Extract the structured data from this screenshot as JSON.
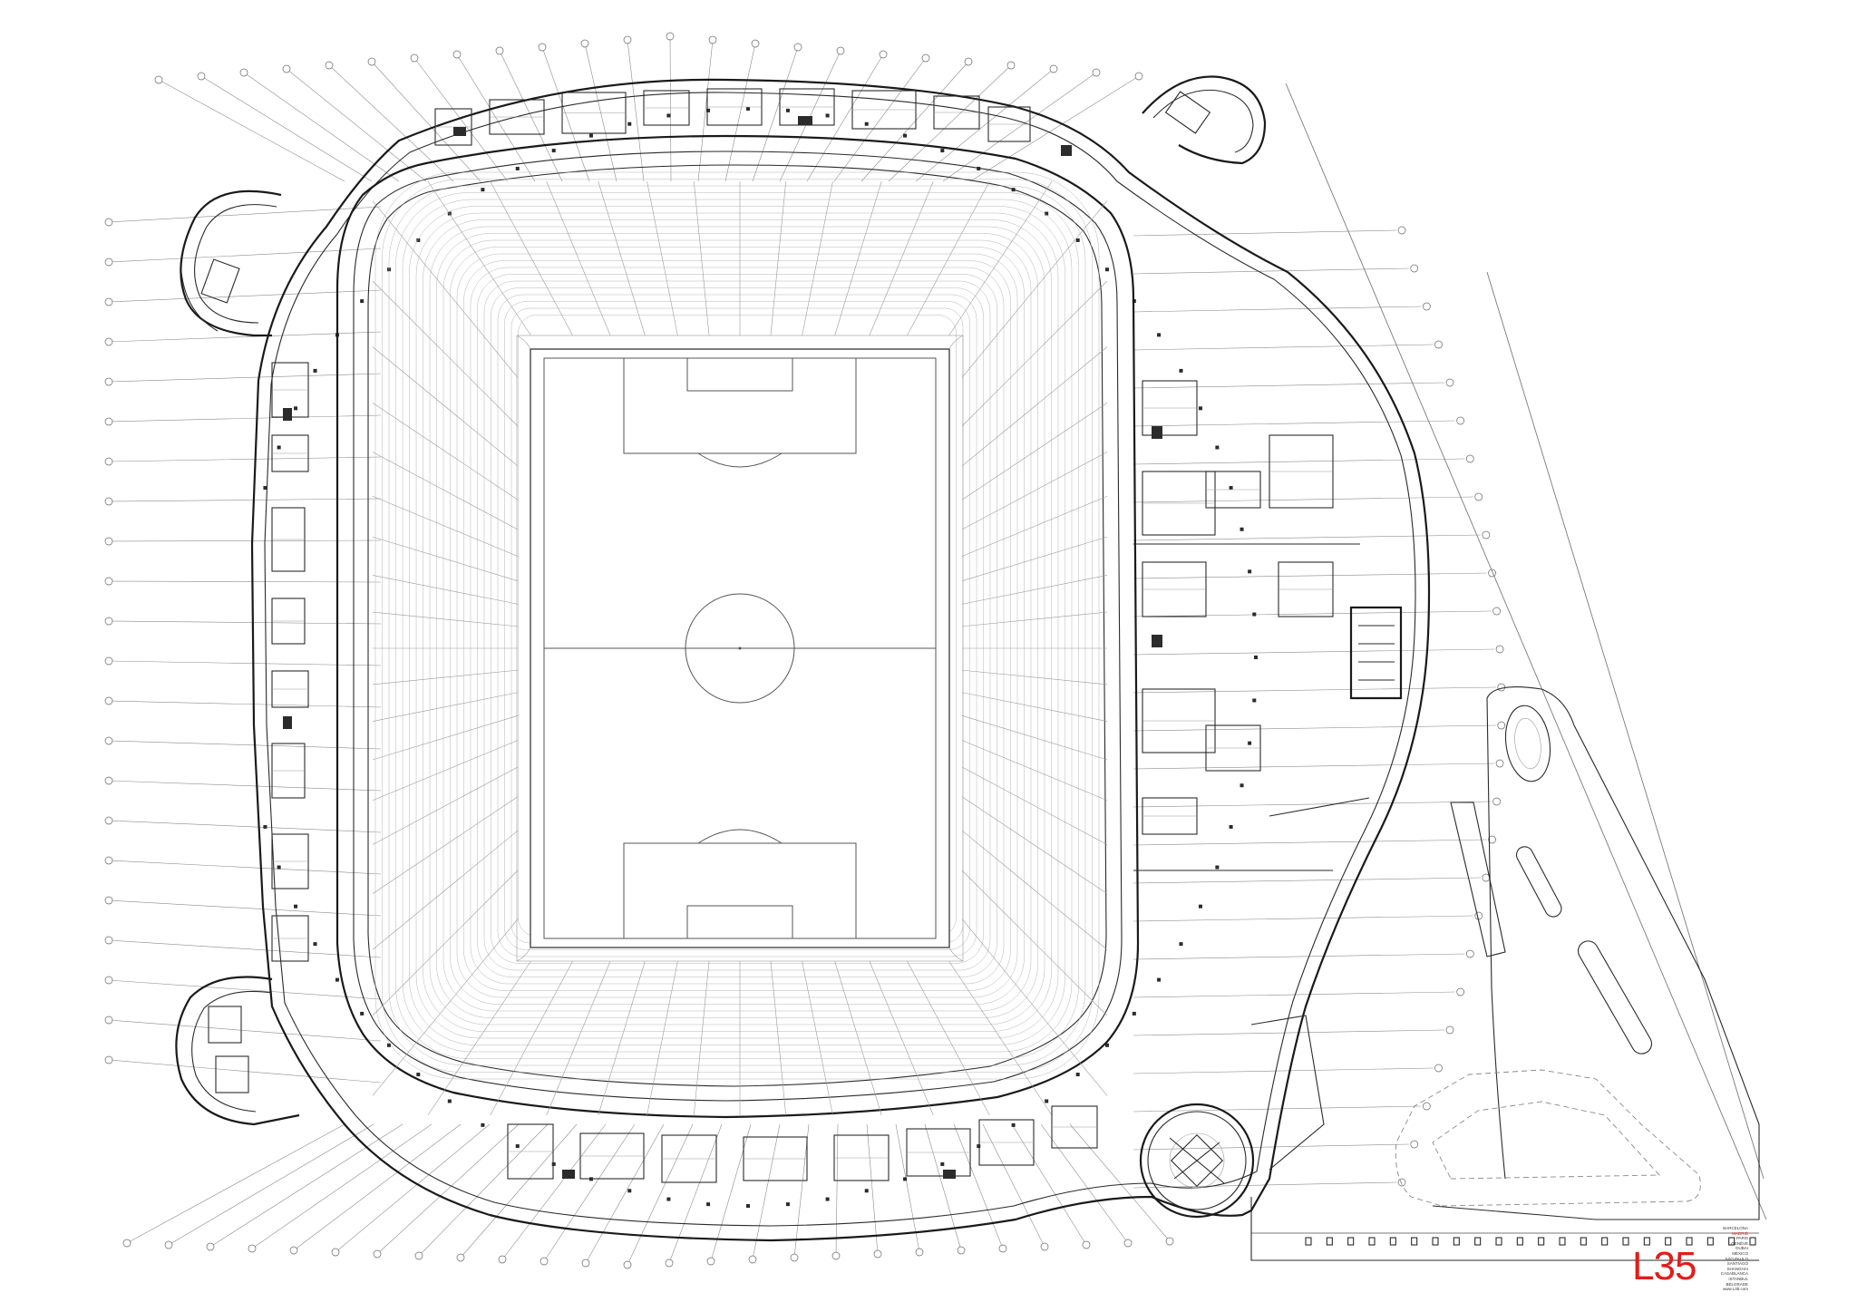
{
  "brand": {
    "logo_text": "L35",
    "logo_color": "#e21c1c",
    "cities": [
      {
        "name": "BARCELONA",
        "active": false
      },
      {
        "name": "MADRID",
        "active": true
      },
      {
        "name": "PARIS",
        "active": false
      },
      {
        "name": "GENÈVE",
        "active": false
      },
      {
        "name": "DUBAI",
        "active": false
      },
      {
        "name": "MÉXICO",
        "active": false
      },
      {
        "name": "SÃO PAULO",
        "active": false
      },
      {
        "name": "SANTIAGO",
        "active": false
      },
      {
        "name": "SHANGHAI",
        "active": false
      },
      {
        "name": "CASABLANCA",
        "active": false
      },
      {
        "name": "ISTANBUL",
        "active": false
      },
      {
        "name": "BELGRADE",
        "active": false
      },
      {
        "name": "www.L35.com",
        "active": false
      }
    ]
  },
  "colors": {
    "accent": "#e21c1c",
    "ink": "#1a1a1a"
  },
  "drawing": {
    "type": "stadium-floor-plan"
  }
}
